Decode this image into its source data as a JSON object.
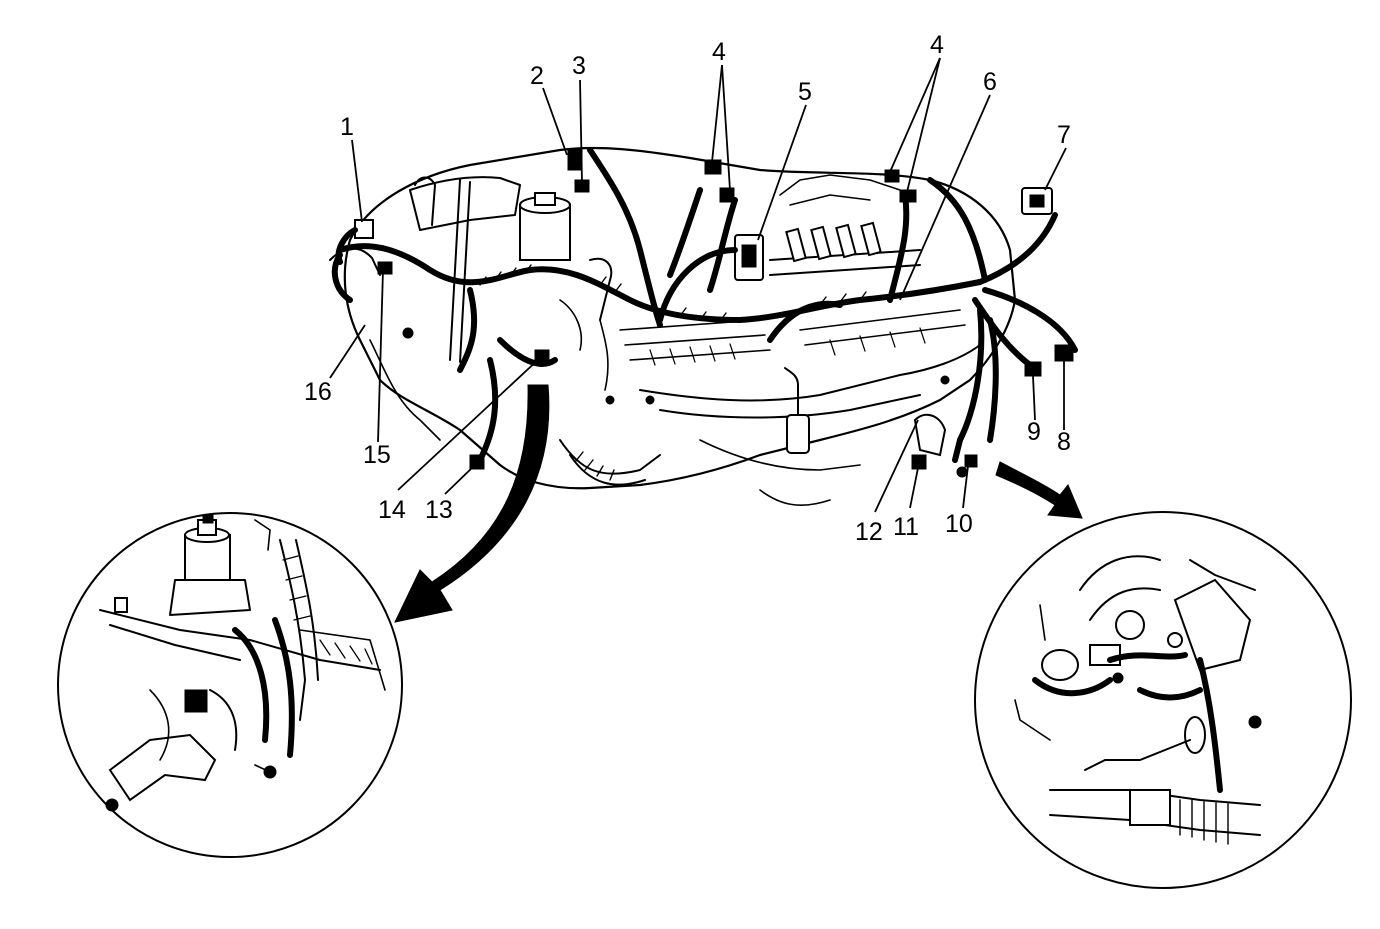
{
  "callouts": [
    {
      "id": "c1",
      "label": "1"
    },
    {
      "id": "c2",
      "label": "2"
    },
    {
      "id": "c3",
      "label": "3"
    },
    {
      "id": "c4a",
      "label": "4"
    },
    {
      "id": "c5",
      "label": "5"
    },
    {
      "id": "c4b",
      "label": "4"
    },
    {
      "id": "c6",
      "label": "6"
    },
    {
      "id": "c7",
      "label": "7"
    },
    {
      "id": "c8",
      "label": "8"
    },
    {
      "id": "c9",
      "label": "9"
    },
    {
      "id": "c10",
      "label": "10"
    },
    {
      "id": "c11",
      "label": "11"
    },
    {
      "id": "c12",
      "label": "12"
    },
    {
      "id": "c13",
      "label": "13"
    },
    {
      "id": "c14",
      "label": "14"
    },
    {
      "id": "c15",
      "label": "15"
    },
    {
      "id": "c16",
      "label": "16"
    }
  ],
  "colors": {
    "ink": "#000000",
    "paper": "#ffffff"
  }
}
